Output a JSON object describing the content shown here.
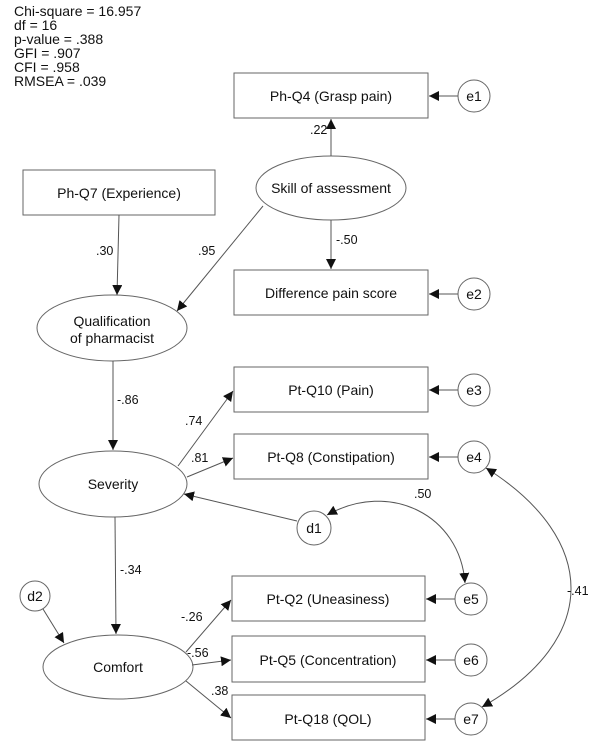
{
  "fit_statistics": [
    "Chi-square = 16.957",
    "df = 16",
    "p-value = .388",
    "GFI = .907",
    "CFI = .958",
    "RMSEA = .039"
  ],
  "observed": {
    "ph_q4": "Ph-Q4 (Grasp pain)",
    "ph_q7": "Ph-Q7 (Experience)",
    "diff_pain": "Difference pain score",
    "pt_q10": "Pt-Q10 (Pain)",
    "pt_q8": "Pt-Q8 (Constipation)",
    "pt_q2": "Pt-Q2 (Uneasiness)",
    "pt_q5": "Pt-Q5 (Concentration)",
    "pt_q18": "Pt-Q18 (QOL)"
  },
  "latent": {
    "skill": "Skill of assessment",
    "qualification_line1": "Qualification",
    "qualification_line2": "of pharmacist",
    "severity": "Severity",
    "comfort": "Comfort"
  },
  "errors": {
    "e1": "e1",
    "e2": "e2",
    "e3": "e3",
    "e4": "e4",
    "e5": "e5",
    "e6": "e6",
    "e7": "e7",
    "d1": "d1",
    "d2": "d2"
  },
  "coefficients": {
    "skill_to_ph_q4": ".22",
    "skill_to_diff_pain": "-.50",
    "ph_q7_to_qualification": ".30",
    "skill_to_qualification": ".95",
    "qualification_to_severity": "-.86",
    "severity_to_pt_q10": ".74",
    "severity_to_pt_q8": ".81",
    "d1_e5_covariance": ".50",
    "severity_to_comfort": "-.34",
    "comfort_to_pt_q2": "-.26",
    "comfort_to_pt_q5": "-.56",
    "comfort_to_pt_q18": ".38",
    "e4_e7_covariance": "-.41"
  }
}
